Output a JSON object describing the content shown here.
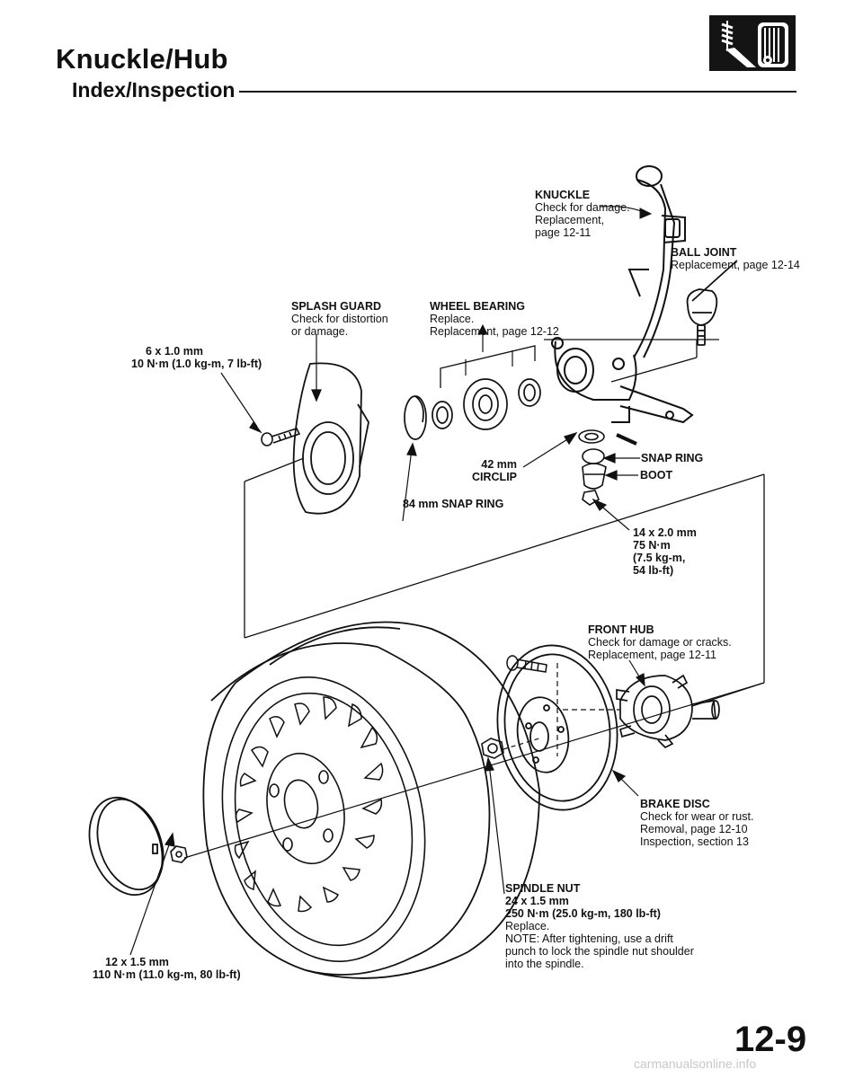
{
  "header": {
    "title": "Knuckle/Hub",
    "subtitle": "Index/Inspection"
  },
  "icons": {
    "section_tab": "suspension-icon"
  },
  "callouts": {
    "knuckle": {
      "title": "KNUCKLE",
      "lines": [
        "Check for damage.",
        "Replacement,",
        "page 12-11"
      ]
    },
    "ball_joint": {
      "title": "BALL JOINT",
      "lines": [
        "Replacement, page 12-14"
      ]
    },
    "splash_guard": {
      "title": "SPLASH GUARD",
      "lines": [
        "Check for distortion",
        "or damage."
      ]
    },
    "wheel_bearing": {
      "title": "WHEEL BEARING",
      "lines": [
        "Replace.",
        "Replacement, page 12-12"
      ]
    },
    "splash_bolt": {
      "lines": [
        "6 x 1.0 mm",
        "10 N·m (1.0 kg-m, 7 lb-ft)"
      ]
    },
    "circlip": {
      "lines": [
        "42 mm",
        "CIRCLIP"
      ]
    },
    "snap_ring_84": {
      "lines": [
        "84 mm SNAP RING"
      ]
    },
    "snap_ring": {
      "lines": [
        "SNAP RING"
      ]
    },
    "boot": {
      "lines": [
        "BOOT"
      ]
    },
    "ball_joint_nut": {
      "lines": [
        "14 x 2.0 mm",
        "75 N·m",
        "(7.5 kg-m,",
        "54 lb-ft)"
      ]
    },
    "front_hub": {
      "title": "FRONT HUB",
      "lines": [
        "Check for damage or cracks.",
        "Replacement, page 12-11"
      ]
    },
    "brake_disc": {
      "title": "BRAKE DISC",
      "lines": [
        "Check for wear or rust.",
        "Removal, page 12-10",
        "Inspection, section 13"
      ]
    },
    "spindle_nut": {
      "title": "SPINDLE NUT",
      "lines": [
        "24 x 1.5 mm",
        "250 N·m (25.0 kg-m, 180 lb-ft)",
        "Replace.",
        "NOTE: After tightening, use a drift",
        "punch to lock the spindle nut shoulder",
        "into the spindle."
      ]
    },
    "wheel_nut": {
      "lines": [
        "12 x 1.5 mm",
        "110 N·m (11.0 kg-m, 80 lb-ft)"
      ]
    }
  },
  "footer": {
    "page_number": "12-9",
    "watermark": "carmanualsonline.info"
  }
}
